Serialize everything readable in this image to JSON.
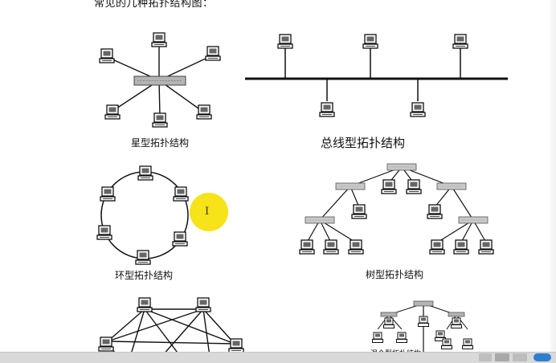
{
  "header": {
    "title_partial": "常见的几种拓扑结构图："
  },
  "diagrams": {
    "star": {
      "label": "星型拓扑结构"
    },
    "bus": {
      "label": "总线型拓扑结构"
    },
    "ring": {
      "label": "环型拓扑结构"
    },
    "tree": {
      "label": "树型拓扑结构"
    },
    "hybrid": {
      "label": "混合型拓扑结构"
    }
  },
  "cursor": {
    "glyph": "I",
    "highlight_color": "#f6e20d"
  },
  "colors": {
    "line": "#111111",
    "switch": "#b4b4b4",
    "taskbar": "#d9d9d9",
    "taskbar_accent": "#2b7fd1"
  }
}
